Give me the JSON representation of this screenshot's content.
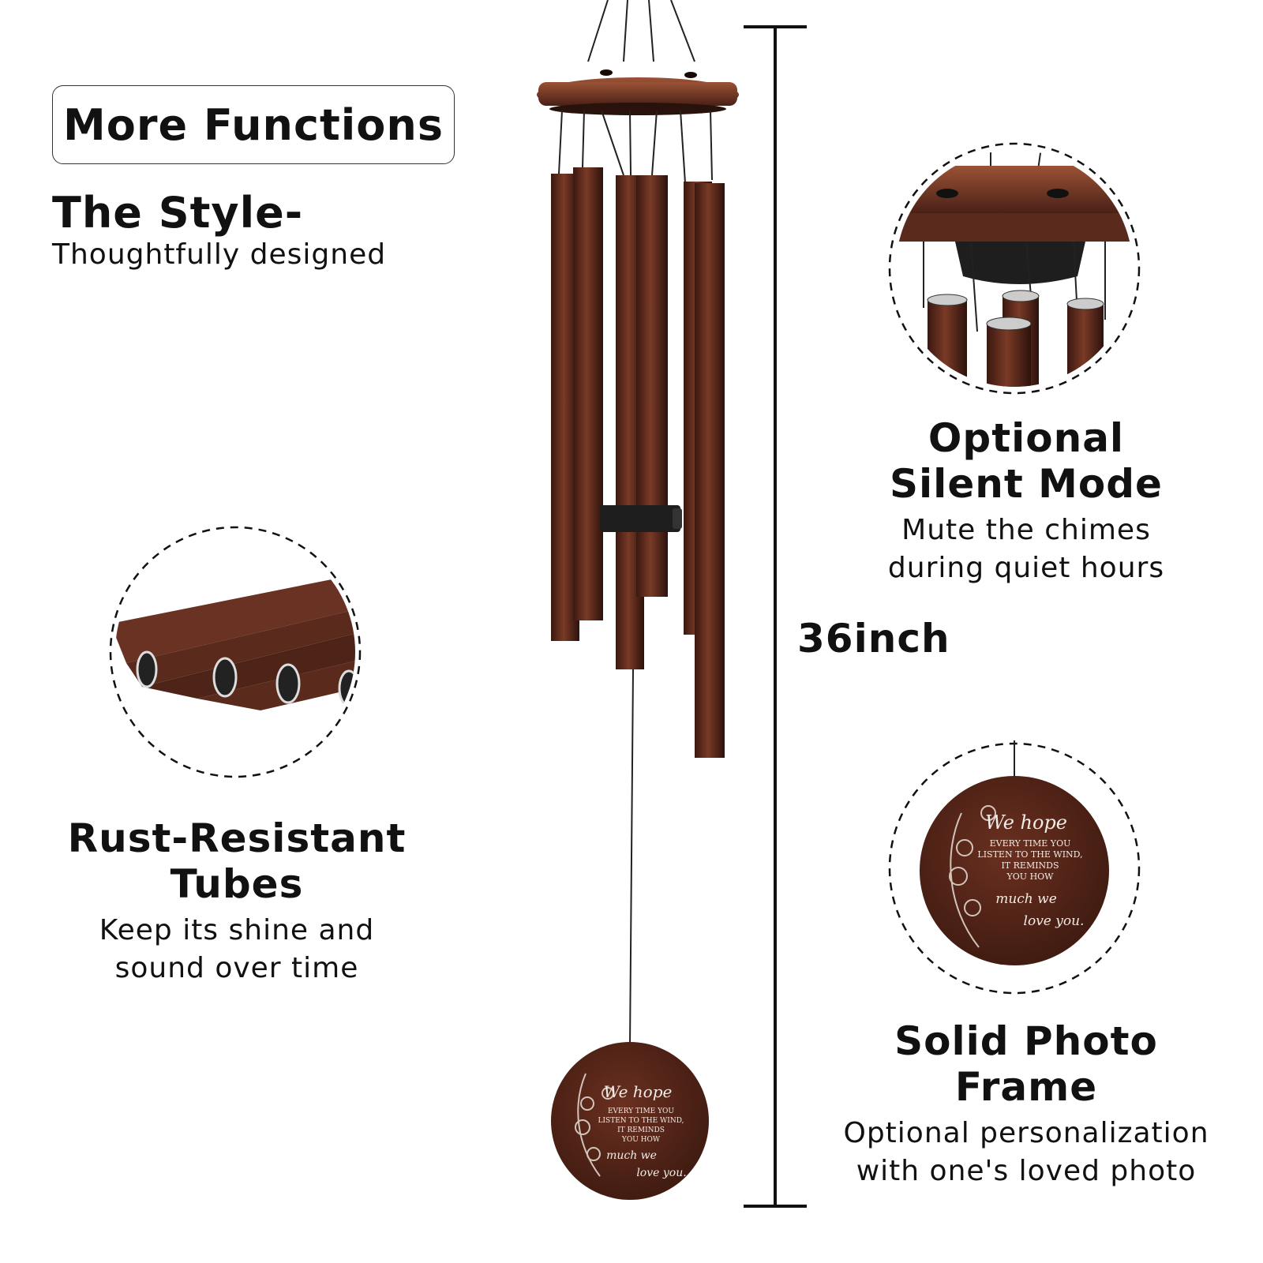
{
  "badge_label": "More Functions",
  "style_title": "The Style-",
  "style_subtitle": "Thoughtfully designed",
  "features": [
    {
      "heading": [
        "Optional",
        "Silent Mode"
      ],
      "description": [
        "Mute the chimes",
        "during quiet hours"
      ]
    },
    {
      "heading": [
        "Rust-Resistant",
        "Tubes"
      ],
      "description": [
        "Keep its shine and",
        "sound over time"
      ]
    },
    {
      "heading": [
        "Solid Photo",
        "Frame"
      ],
      "description": [
        "Optional personalization",
        "with one's loved photo"
      ]
    }
  ],
  "measurement_label": "36inch",
  "medallion_text": {
    "script_top": "We hope",
    "lines": [
      "EVERY TIME YOU",
      "LISTEN TO THE WIND,",
      "IT REMINDS",
      "YOU HOW"
    ],
    "script_bottom_1": "much we",
    "script_bottom_2": "love you."
  },
  "colors": {
    "copper": "#5a2a1c",
    "copper_light": "#8a4a30",
    "ink": "#111111"
  },
  "icons": [
    "wind-chime-product",
    "silent-mode-detail",
    "tube-detail",
    "medallion-detail"
  ]
}
